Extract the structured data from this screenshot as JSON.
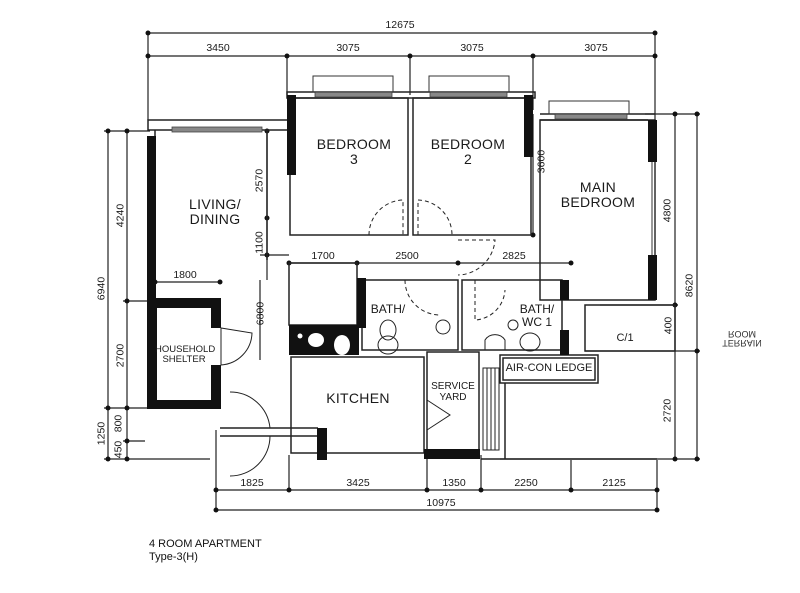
{
  "title": "4 ROOM APARTMENT",
  "subtitle": "Type-3(H)",
  "rooms": {
    "living_dining": [
      "LIVING/",
      "DINING"
    ],
    "bedroom3": [
      "BEDROOM",
      "3"
    ],
    "bedroom2": [
      "BEDROOM",
      "2"
    ],
    "main_bedroom": [
      "MAIN",
      "BEDROOM"
    ],
    "household_shelter": [
      "HOUSEHOLD",
      "SHELTER"
    ],
    "bath": "BATH/",
    "bath_wc1": [
      "BATH/",
      "WC 1"
    ],
    "kitchen": "KITCHEN",
    "service_yard": [
      "SERVICE",
      "YARD"
    ],
    "aircon_ledge": "AIR-CON LEDGE",
    "cl": "C/1",
    "mirrored_note": [
      "TERRAIN",
      "ROOM"
    ]
  },
  "dimensions": {
    "top_total": "12675",
    "top_segments": [
      "3450",
      "3075",
      "3075",
      "3075"
    ],
    "bottom_total": "10975",
    "bottom_segments": [
      "1825",
      "3425",
      "1350",
      "2250",
      "2125"
    ],
    "left_outer": [
      "6940",
      "1250"
    ],
    "left_inner": [
      "4240",
      "2700",
      "800",
      "450"
    ],
    "interior_horizontal": [
      "1800",
      "1700",
      "2500",
      "2825"
    ],
    "interior_vertical": [
      "2570",
      "1100",
      "6800",
      "3600"
    ],
    "right_inner": [
      "4800",
      "2720",
      "400"
    ],
    "right_outer": "8620"
  }
}
